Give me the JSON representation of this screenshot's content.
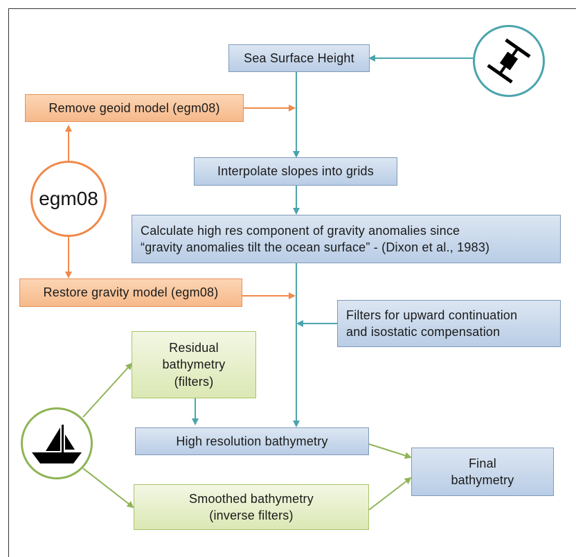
{
  "colors": {
    "blue_arrow": "#4aa4ad",
    "orange_arrow": "#f0894a",
    "green_arrow": "#8fb456"
  },
  "nodes": {
    "sea_surface_height": "Sea Surface Height",
    "remove_geoid": "Remove geoid model (egm08)",
    "interpolate": "Interpolate slopes into grids",
    "calculate": [
      "Calculate high res component of gravity anomalies since",
      "“gravity anomalies tilt the ocean surface” - (Dixon et al., 1983)"
    ],
    "restore_gravity": "Restore gravity model (egm08)",
    "filters": [
      "Filters for upward continuation",
      "and isostatic compensation"
    ],
    "residual": [
      "Residual",
      "bathymetry",
      "(filters)"
    ],
    "high_res": "High resolution bathymetry",
    "smoothed": [
      "Smoothed bathymetry",
      "(inverse filters)"
    ],
    "final": [
      "Final",
      "bathymetry"
    ],
    "egm08_circle": "egm08"
  },
  "icons": {
    "satellite": "satellite-icon",
    "boat": "boat-icon"
  }
}
